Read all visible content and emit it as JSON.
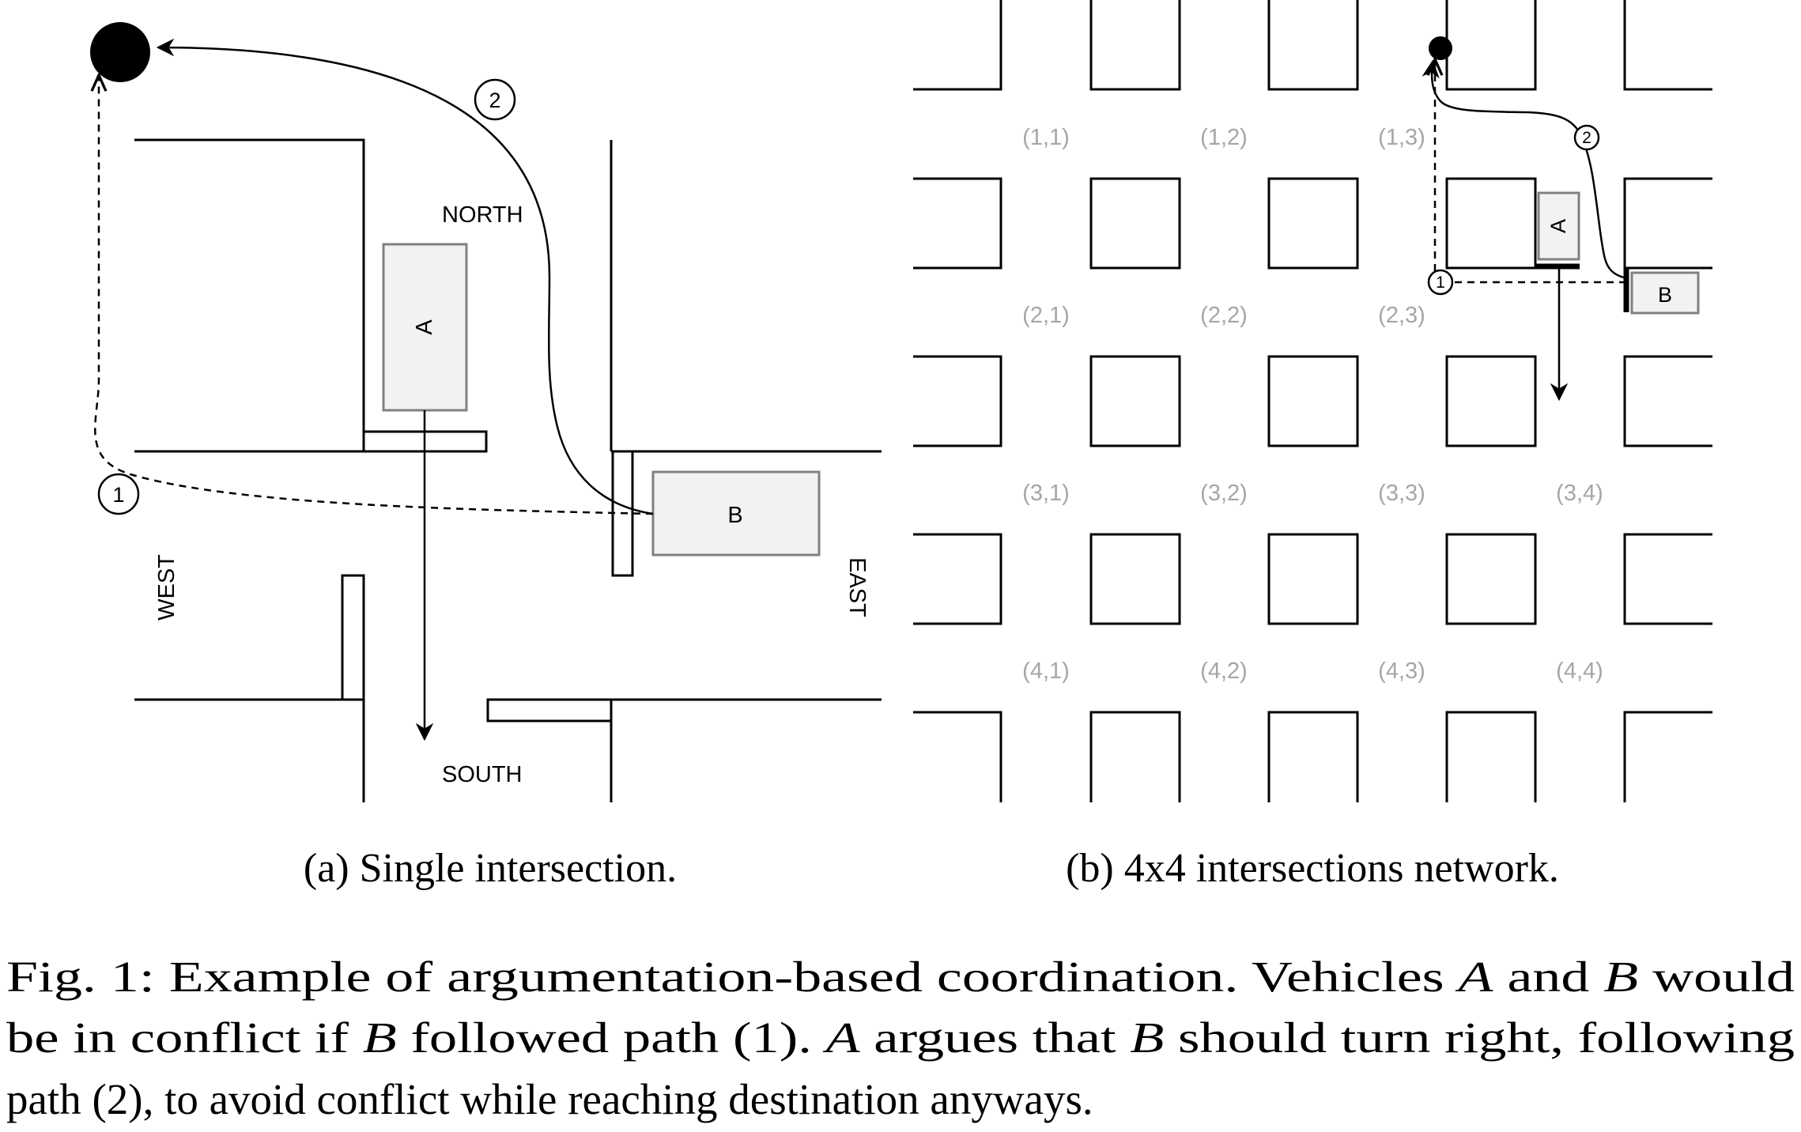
{
  "panel_a": {
    "labels": {
      "north": "NORTH",
      "south": "SOUTH",
      "west": "WEST",
      "east": "EAST"
    },
    "vehicle_a": "A",
    "vehicle_b": "B",
    "path1_marker": "1",
    "path2_marker": "2",
    "caption": "(a) Single intersection."
  },
  "panel_b": {
    "vehicle_a": "A",
    "vehicle_b": "B",
    "path1_marker": "1",
    "path2_marker": "2",
    "cells": [
      {
        "label": "(1,1)"
      },
      {
        "label": "(1,2)"
      },
      {
        "label": "(1,3)"
      },
      {
        "label": "(2,1)"
      },
      {
        "label": "(2,2)"
      },
      {
        "label": "(2,3)"
      },
      {
        "label": "(3,1)"
      },
      {
        "label": "(3,2)"
      },
      {
        "label": "(3,3)"
      },
      {
        "label": "(3,4)"
      },
      {
        "label": "(4,1)"
      },
      {
        "label": "(4,2)"
      },
      {
        "label": "(4,3)"
      },
      {
        "label": "(4,4)"
      }
    ],
    "caption": "(b) 4x4 intersections network."
  },
  "figure_caption": {
    "line1": {
      "p1": "Fig. 1: Example of argumentation-based coordination. Vehicles ",
      "v1": "A",
      "p2": " and ",
      "v2": "B",
      "p3": " would"
    },
    "line2": {
      "p1": "be in conflict if ",
      "v1": "B",
      "p2": " followed path (1). ",
      "v2": "A",
      "p3": " argues that ",
      "v3": "B",
      "p4": " should turn right, following"
    },
    "line3": "path (2), to avoid conflict while reaching destination anyways."
  }
}
